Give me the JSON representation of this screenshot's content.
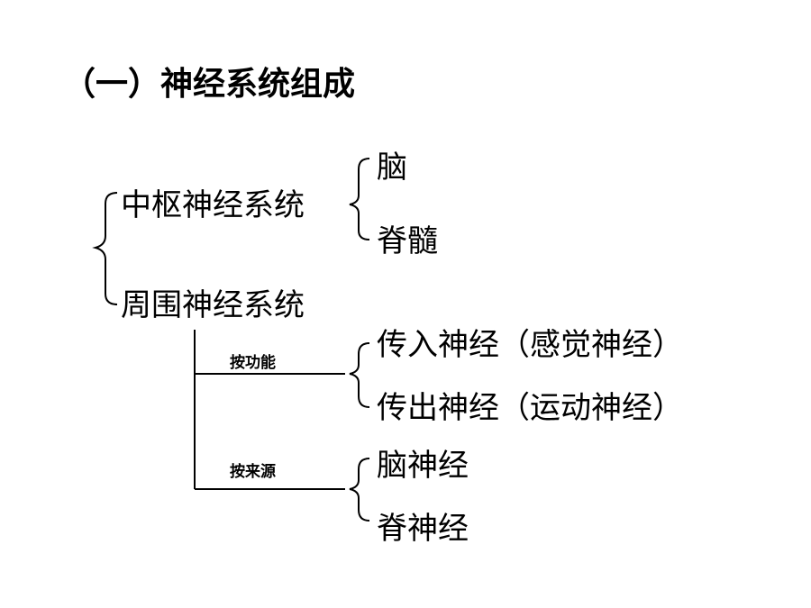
{
  "title": "（一）神经系统组成",
  "central": {
    "label": "中枢神经系统",
    "brain": "脑",
    "spinal_cord": "脊髓"
  },
  "peripheral": {
    "label": "周围神经系统",
    "by_function": {
      "label": "按功能",
      "afferent": "传入神经（感觉神经）",
      "efferent": "传出神经（运动神经）"
    },
    "by_origin": {
      "label": "按来源",
      "cranial": "脑神经",
      "spinal": "脊神经"
    }
  }
}
